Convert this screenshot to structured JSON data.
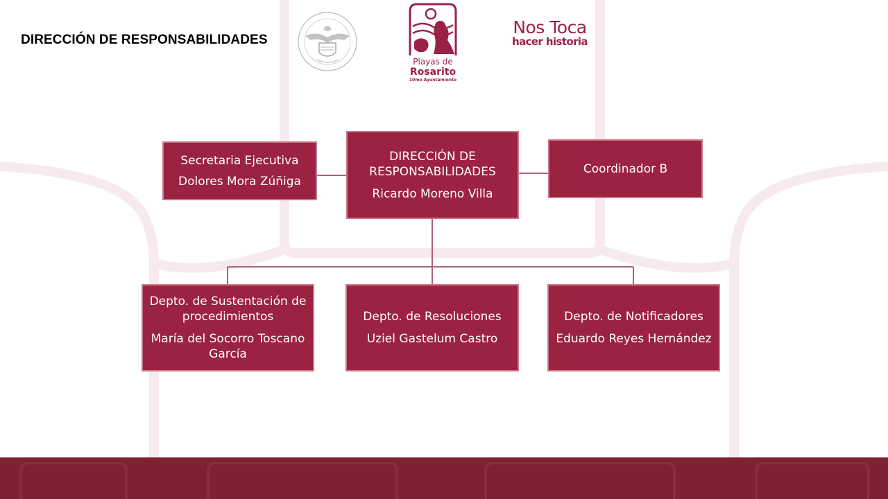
{
  "header": {
    "title": "DIRECCIÓN DE RESPONSABILIDADES"
  },
  "logos": {
    "seal_icon": "municipal-seal-icon",
    "rosarito": {
      "line1": "Playas de",
      "line2": "Rosarito",
      "line3": "10mo Ayuntamiento"
    },
    "nostoca": {
      "line1": "Nos Toca",
      "line2": "hacer historia"
    }
  },
  "org": {
    "director": {
      "role": "DIRECCIÓN DE RESPONSABILIDADES",
      "person": "Ricardo Moreno Villa"
    },
    "secretaria": {
      "role": "Secretaria Ejecutiva",
      "person": "Dolores Mora Zúñiga"
    },
    "coordinador": {
      "role": "Coordinador B"
    },
    "departments": [
      {
        "role": "Depto. de Sustentación de procedimientos",
        "person": "María del Socorro Toscano García"
      },
      {
        "role": "Depto. de Resoluciones",
        "person": "Uziel Gastelum Castro"
      },
      {
        "role": "Depto. de Notificadores",
        "person": "Eduardo Reyes Hernández"
      }
    ]
  },
  "colors": {
    "box_fill": "#9b2240",
    "box_border": "#c9798f",
    "connector": "#b0607a",
    "brand": "#9b2247",
    "footer": "#7d2233",
    "watermark": "#f7e9ec"
  }
}
